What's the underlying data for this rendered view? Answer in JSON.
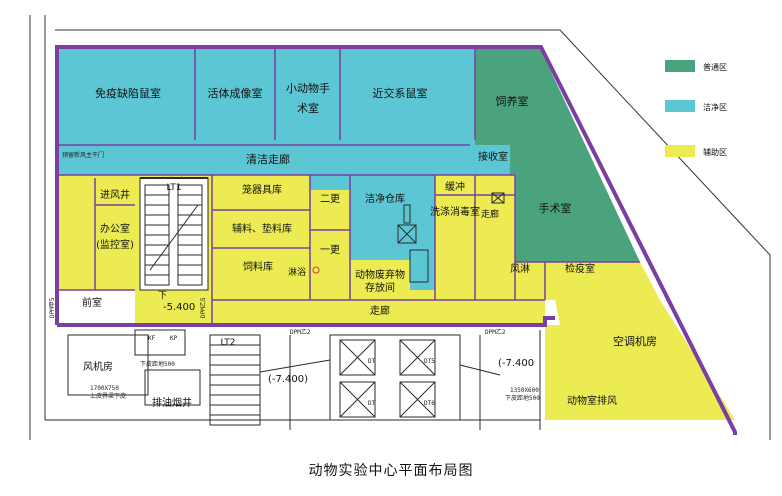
{
  "caption": "动物实验中心平面布局图",
  "colors": {
    "clean": "#5cc6d4",
    "barrier": "#4aa37c",
    "aux": "#ecec52",
    "wall": "#7a3fa0",
    "line": "#2a2a2a"
  },
  "legend": [
    {
      "label": "普通区",
      "color": "#4aa37c"
    },
    {
      "label": "洁净区",
      "color": "#5cc6d4"
    },
    {
      "label": "辅助区",
      "color": "#ecec52"
    }
  ],
  "rooms": {
    "immune_mouse": "免疫缺陷鼠室",
    "live_imaging": "活体成像室",
    "small_surgery_1": "小动物手",
    "small_surgery_2": "术室",
    "inbred_mouse": "近交系鼠室",
    "breeding": "饲养室",
    "clean_corridor": "清洁走廊",
    "receiving": "接收室",
    "cage_store": "笼器具库",
    "second_change": "二更",
    "clean_store": "洁净仓库",
    "buffer": "缓冲",
    "washing": "洗涤消毒室",
    "corridor_v": "走廊",
    "surgery": "手术室",
    "supplies": "辅料、垫料库",
    "first_change": "一更",
    "feed_store": "饲料库",
    "shower": "淋浴",
    "waste_1": "动物废弃物",
    "waste_2": "存放间",
    "air_shower": "风淋",
    "quarantine": "检疫室",
    "office_1": "办公室",
    "office_2": "(监控室)",
    "air_in_well": "进风井",
    "lobby": "前室",
    "corridor": "走廊",
    "ac_room": "空调机房",
    "fan_room": "风机房",
    "exhaust_well": "排油烟井",
    "ac_exhaust": "动物室排风"
  },
  "labels": {
    "lt1": "LT1",
    "lt2": "LT2",
    "dt1": "DT",
    "dt2": "DT",
    "dt3": "DT5",
    "dt4": "DT6",
    "down": "下",
    "lvl1": "-5.400",
    "lvl2": "(-7.400)",
    "lvl3": "(-7.400",
    "note_top": "预留新风主干门",
    "dpm1": "DPM甲5",
    "dpm2": "DPM乙5",
    "dpm3": "DPM乙2",
    "dpm4": "DPM乙2",
    "dim1": "1700X750",
    "dim1b": "上皮界梁下皮",
    "dim2": "下皮距地500",
    "dim3": "1350X600",
    "dim3b": "下皮距地500",
    "kf": "KF",
    "kp": "KP"
  }
}
